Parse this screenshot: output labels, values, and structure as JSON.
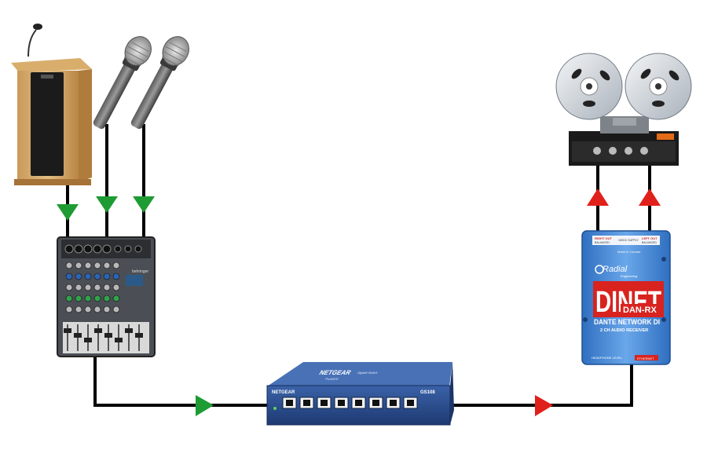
{
  "devices": {
    "podium": {
      "icon": "podium-icon"
    },
    "mic1": {
      "icon": "handheld-microphone-icon"
    },
    "mic2": {
      "icon": "handheld-microphone-icon"
    },
    "mixer": {
      "icon": "audio-mixer-icon",
      "brand": "behringer"
    },
    "switch": {
      "icon": "network-switch-icon",
      "brand": "NETGEAR",
      "series": "ProSAFE",
      "description": "Gigabit Switch",
      "model": "GS108"
    },
    "dinet": {
      "icon": "dante-receiver-icon",
      "brand": "Radial",
      "brand_sub": "Engineering",
      "name_top": "DINET",
      "model": "DAN-RX",
      "tagline": "DANTE NETWORK DI",
      "subtitle": "2 CH AUDIO RECEIVER",
      "made_in": "Made in Canada",
      "right_out": "RIGHT OUT",
      "left_out": "LEFT OUT",
      "balanced": "BALANCED",
      "dc_supply": "15VDC SUPPLY",
      "headphone": "HEADPHONE LEVEL",
      "ethernet": "ETHERNET"
    },
    "tape": {
      "icon": "reel-to-reel-recorder-icon"
    }
  },
  "colors": {
    "cable": "#000000",
    "input_arrow": "#1e9b33",
    "output_arrow": "#e0201b",
    "switch_blue": "#2a4c8f",
    "dinet_blue": "#3d7fd0",
    "dinet_red": "#d8231f"
  }
}
